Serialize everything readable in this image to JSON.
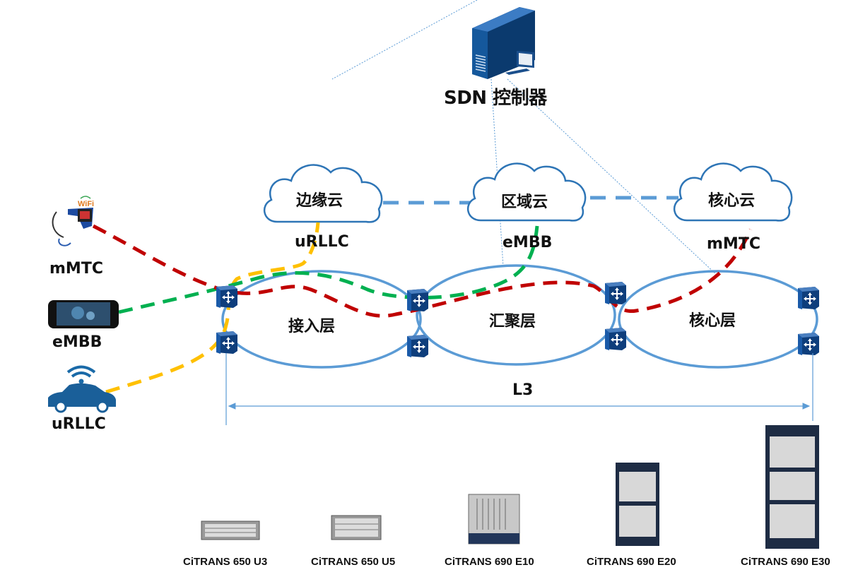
{
  "controller": {
    "label": "SDN 控制器",
    "icon": "server-computer-icon"
  },
  "clouds": [
    {
      "id": "edge",
      "label": "边缘云",
      "service": "uRLLC"
    },
    {
      "id": "regional",
      "label": "区域云",
      "service": "eMBB"
    },
    {
      "id": "core",
      "label": "核心云",
      "service": "mMTC"
    }
  ],
  "rings": [
    {
      "id": "access",
      "label": "接入层"
    },
    {
      "id": "aggregation",
      "label": "汇聚层"
    },
    {
      "id": "core",
      "label": "核心层"
    }
  ],
  "devices": [
    {
      "id": "mmtc",
      "label": "mMTC",
      "icon": "wifi-inspection-camera-icon",
      "badge": "WiFi"
    },
    {
      "id": "embb",
      "label": "eMBB",
      "icon": "smartphone-video-icon"
    },
    {
      "id": "urllc",
      "label": "uRLLC",
      "icon": "connected-car-icon"
    }
  ],
  "span_label": "L3",
  "products": [
    {
      "label": "CiTRANS 650 U3"
    },
    {
      "label": "CiTRANS 650 U5"
    },
    {
      "label": "CiTRANS 690 E10"
    },
    {
      "label": "CiTRANS 690 E20"
    },
    {
      "label": "CiTRANS 690 E30"
    }
  ],
  "colors": {
    "ring": "#5b9bd5",
    "cloud_stroke": "#2e75b6",
    "mmtc_path": "#c00000",
    "embb_path": "#00b050",
    "urllc_path": "#ffc000",
    "router": "#1f4e8c"
  }
}
